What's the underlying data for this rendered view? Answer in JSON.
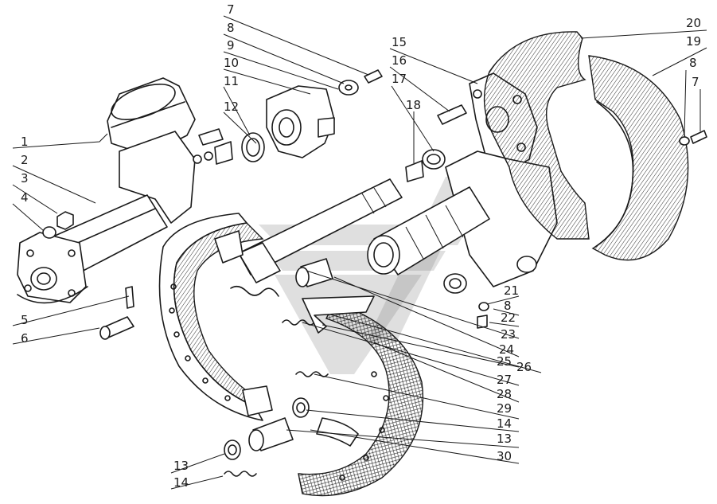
{
  "diagram": {
    "callouts": [
      {
        "text": "1",
        "id": "c1"
      },
      {
        "text": "2",
        "id": "c2"
      },
      {
        "text": "3",
        "id": "c3"
      },
      {
        "text": "4",
        "id": "c4"
      },
      {
        "text": "5",
        "id": "c5"
      },
      {
        "text": "6",
        "id": "c6"
      },
      {
        "text": "7",
        "id": "c7a"
      },
      {
        "text": "8",
        "id": "c8a"
      },
      {
        "text": "9",
        "id": "c9"
      },
      {
        "text": "10",
        "id": "c10"
      },
      {
        "text": "11",
        "id": "c11"
      },
      {
        "text": "12",
        "id": "c12"
      },
      {
        "text": "13",
        "id": "c13a"
      },
      {
        "text": "14",
        "id": "c14a"
      },
      {
        "text": "15",
        "id": "c15"
      },
      {
        "text": "16",
        "id": "c16"
      },
      {
        "text": "17",
        "id": "c17"
      },
      {
        "text": "18",
        "id": "c18"
      },
      {
        "text": "20",
        "id": "c20"
      },
      {
        "text": "19",
        "id": "c19"
      },
      {
        "text": "8",
        "id": "c8b"
      },
      {
        "text": "7",
        "id": "c7b"
      },
      {
        "text": "21",
        "id": "c21"
      },
      {
        "text": "8",
        "id": "c8c"
      },
      {
        "text": "22",
        "id": "c22"
      },
      {
        "text": "23",
        "id": "c23"
      },
      {
        "text": "24",
        "id": "c24"
      },
      {
        "text": "26",
        "id": "c26"
      },
      {
        "text": "25",
        "id": "c25"
      },
      {
        "text": "27",
        "id": "c27"
      },
      {
        "text": "28",
        "id": "c28"
      },
      {
        "text": "29",
        "id": "c29"
      },
      {
        "text": "14",
        "id": "c14b"
      },
      {
        "text": "13",
        "id": "c13b"
      },
      {
        "text": "30",
        "id": "c30"
      }
    ]
  }
}
